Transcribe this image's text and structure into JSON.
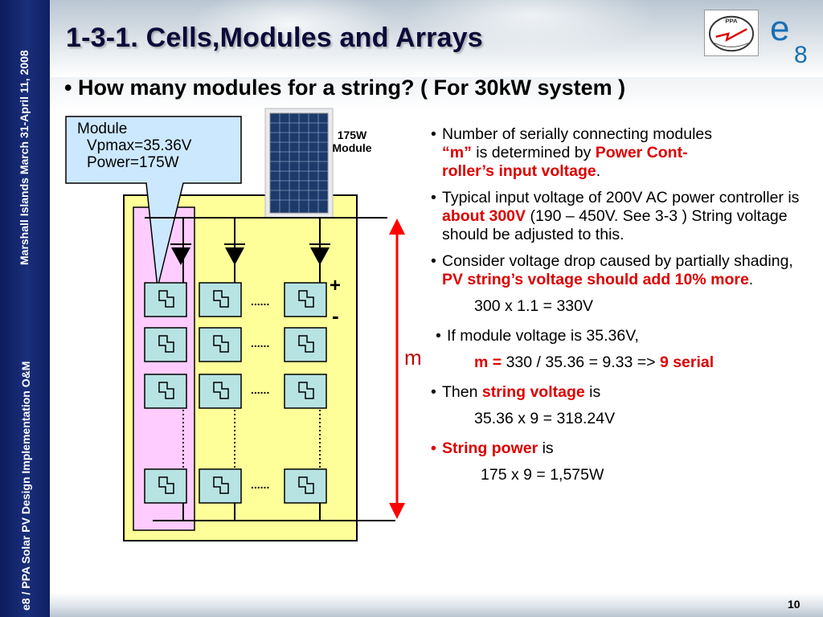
{
  "sidebar": {
    "top_text": "Marshall Islands March 31-April 11, 2008",
    "bottom_text": "e8 / PPA Solar PV Design Implementation O&M"
  },
  "title": "1-3-1. Cells,Modules and Arrays",
  "logos": {
    "ppa": "PPA",
    "e8": "e8"
  },
  "subtitle": {
    "bullet": "•",
    "text": "How many modules for a string? ( For 30kW system )"
  },
  "diagram": {
    "callout": {
      "line1": "Module",
      "line2": "Vpmax=35.36V",
      "line3": "Power=175W"
    },
    "module_label": {
      "line1": "175W",
      "line2": "Module"
    },
    "plus": "+",
    "minus": "-",
    "m_label": "m",
    "dots": "......",
    "colors": {
      "yellow": "#ffff99",
      "pink": "#ffccff",
      "module": "#b7e3e3",
      "red": "#ff0000",
      "callout": "#cce8ff"
    }
  },
  "bullets": {
    "b1": {
      "dot": "•",
      "t1": "Number of serially connecting modules",
      "t2": "“m”",
      "t3": " is determined by ",
      "t4": "Power Cont-",
      "t5": "roller’s input voltage",
      "t6": "."
    },
    "b2": {
      "dot": "•",
      "t1": "Typical input voltage of 200V AC power controller is ",
      "t2": "about 300V",
      "t3": " (190 – 450V. See 3-3 ) String voltage should be adjusted to this."
    },
    "b3": {
      "dot": "•",
      "t1": "Consider voltage drop caused by partially  shading, ",
      "t2": "PV string’s voltage should add 10% more",
      "t3": "."
    },
    "calc1": "300 x 1.1 = 330V",
    "b4": {
      "dot": "•",
      "t1": "If module voltage is 35.36V,"
    },
    "calc2": {
      "t1": "m = ",
      "t2": "330 / 35.36 = 9.33 => ",
      "t3": "9 serial"
    },
    "b5": {
      "dot": "•",
      "t1": "Then ",
      "t2": "string voltage",
      "t3": " is"
    },
    "calc3": "35.36 x 9 = 318.24V",
    "b6": {
      "dot": "•",
      "t1": "String power",
      "t2": " is"
    },
    "calc4": "175 x 9 = 1,575W"
  },
  "page_number": "10"
}
